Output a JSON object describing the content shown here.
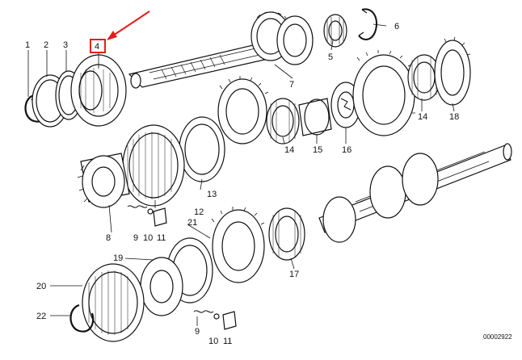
{
  "diagram": {
    "reference_code": "00002922",
    "highlight_color": "#e0201c",
    "ink_color": "#111111",
    "highlighted_part": "4",
    "callouts": [
      "1",
      "2",
      "3",
      "4",
      "5",
      "6",
      "7",
      "8",
      "9",
      "10",
      "11",
      "12",
      "13",
      "14",
      "15",
      "16",
      "14",
      "18",
      "21",
      "19",
      "20",
      "22",
      "9",
      "10",
      "11",
      "17"
    ]
  }
}
